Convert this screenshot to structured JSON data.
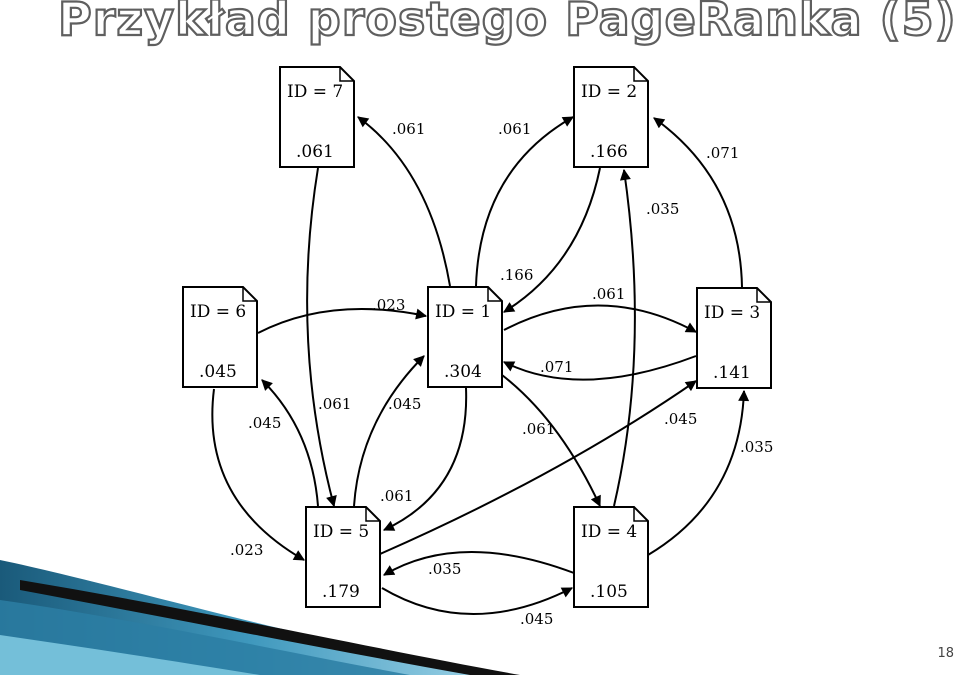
{
  "slide": {
    "title": "Przykład prostego PageRanka (5)",
    "page_number": "18"
  },
  "nodes": [
    {
      "key": "n7",
      "id_label": "ID = 7",
      "rank": ".061"
    },
    {
      "key": "n2",
      "id_label": "ID = 2",
      "rank": ".166"
    },
    {
      "key": "n6",
      "id_label": "ID = 6",
      "rank": ".045"
    },
    {
      "key": "n1",
      "id_label": "ID = 1",
      "rank": ".304"
    },
    {
      "key": "n3",
      "id_label": "ID = 3",
      "rank": ".141"
    },
    {
      "key": "n5",
      "id_label": "ID = 5",
      "rank": ".179"
    },
    {
      "key": "n4",
      "id_label": "ID = 4",
      "rank": ".105"
    }
  ],
  "edges": [
    {
      "from": "n1",
      "to": "n7",
      "label": ".061"
    },
    {
      "from": "n1",
      "to": "n2",
      "label": ".061"
    },
    {
      "from": "n2",
      "to": "n1",
      "label": ".166"
    },
    {
      "from": "n3",
      "to": "n2",
      "label": ".071"
    },
    {
      "from": "n4",
      "to": "n2",
      "label": ".035"
    },
    {
      "from": "n6",
      "to": "n1",
      "label": ".023"
    },
    {
      "from": "n1",
      "to": "n3",
      "label": ".061"
    },
    {
      "from": "n3",
      "to": "n1",
      "label": ".071"
    },
    {
      "from": "n7",
      "to": "n5",
      "label": ".061"
    },
    {
      "from": "n5",
      "to": "n6",
      "label": ".045"
    },
    {
      "from": "n5",
      "to": "n1",
      "label": ".045"
    },
    {
      "from": "n1",
      "to": "n4",
      "label": ".061"
    },
    {
      "from": "n5",
      "to": "n3",
      "label": ".045"
    },
    {
      "from": "n4",
      "to": "n3",
      "label": ".035"
    },
    {
      "from": "n6",
      "to": "n5",
      "label": ".023"
    },
    {
      "from": "n1",
      "to": "n5",
      "label": ".061"
    },
    {
      "from": "n4",
      "to": "n5",
      "label": ".035"
    },
    {
      "from": "n5",
      "to": "n4",
      "label": ".045"
    }
  ],
  "colors": {
    "accent_dark": "#1f5f7f",
    "accent_light": "#5fb6d6",
    "title_outline": "#5f5f5f"
  }
}
